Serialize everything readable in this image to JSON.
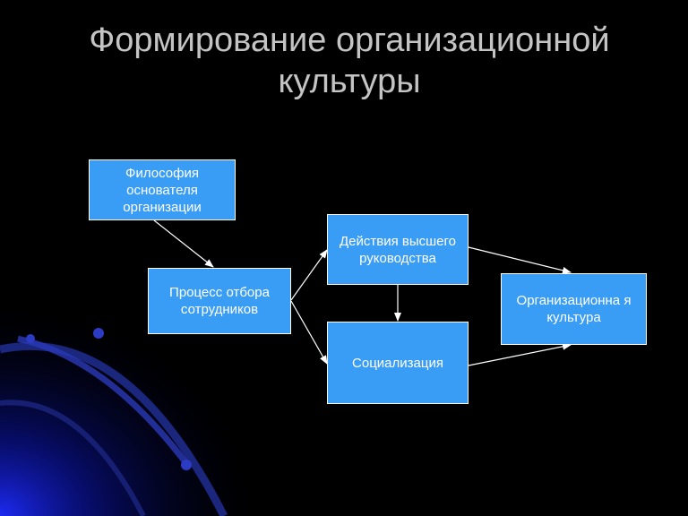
{
  "slide": {
    "title": "Формирование организационной культуры",
    "background_color": "#000000",
    "box_color": "#3a9df5"
  },
  "nodes": {
    "philosophy": "Философия основателя организации",
    "selection": "Процесс отбора сотрудников",
    "management": "Действия высшего руководства",
    "socialization": "Социализация",
    "culture": "Организационна я культура"
  },
  "edges": [
    {
      "from": "philosophy",
      "to": "selection"
    },
    {
      "from": "selection",
      "to": "management"
    },
    {
      "from": "selection",
      "to": "socialization"
    },
    {
      "from": "management",
      "to": "socialization"
    },
    {
      "from": "management",
      "to": "culture"
    },
    {
      "from": "socialization",
      "to": "culture"
    }
  ]
}
